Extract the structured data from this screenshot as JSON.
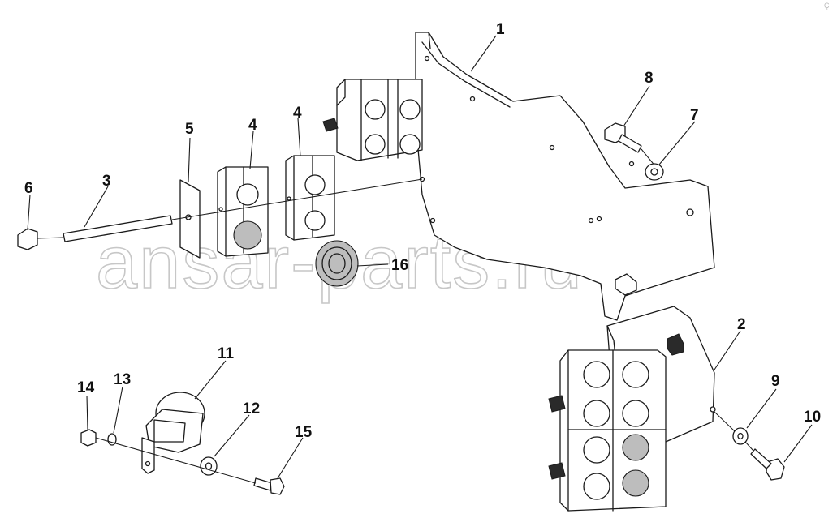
{
  "watermark": "ansar-parts.ru",
  "corner_mark": "Ç",
  "callouts": {
    "c1": "1",
    "c2": "2",
    "c3": "3",
    "c4a": "4",
    "c4b": "4",
    "c5": "5",
    "c6": "6",
    "c7": "7",
    "c8": "8",
    "c9": "9",
    "c10": "10",
    "c11": "11",
    "c12": "12",
    "c13": "13",
    "c14": "14",
    "c15": "15",
    "c16": "16"
  }
}
